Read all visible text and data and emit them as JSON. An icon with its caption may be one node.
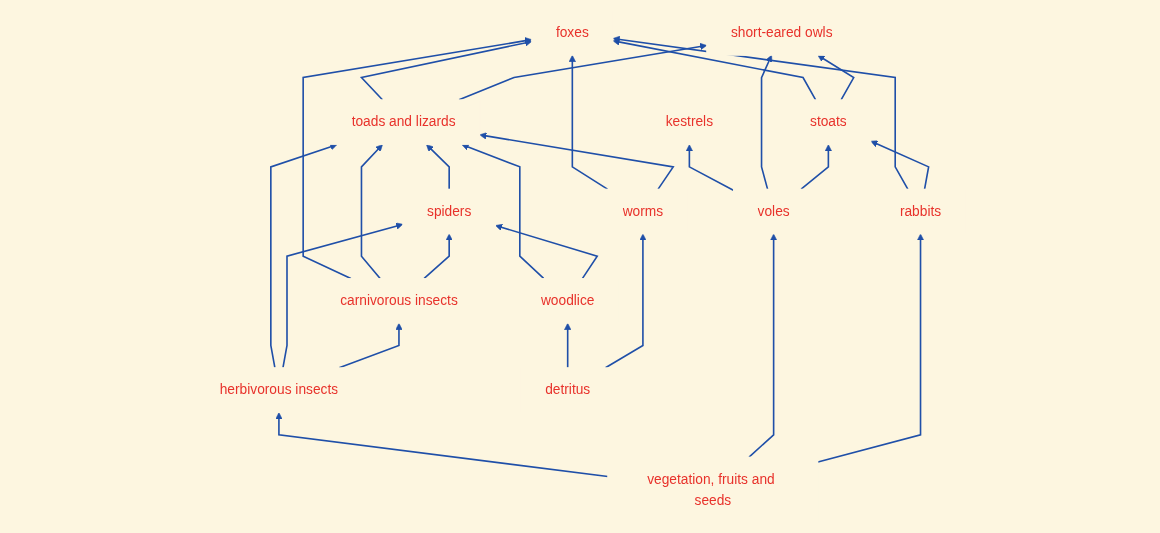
{
  "diagram": {
    "nodes": [
      {
        "text": [
          "foxes"
        ]
      },
      {
        "text": [
          "kestrels"
        ]
      },
      {
        "text": [
          "toads and lizards"
        ]
      },
      {
        "text": [
          "short-eared owls"
        ]
      },
      {
        "text": [
          "carnivorous insects"
        ]
      },
      {
        "text": [
          "spiders"
        ]
      },
      {
        "text": [
          "stoats"
        ]
      },
      {
        "text": [
          "herbivorous insects"
        ]
      },
      {
        "text": [
          "voles"
        ]
      },
      {
        "text": [
          "rabbits"
        ]
      },
      {
        "text": [
          "woodlice"
        ]
      },
      {
        "text": [
          "worms"
        ]
      },
      {
        "text": [
          "vegetation, fruits and seeds"
        ]
      },
      {
        "text": [
          "detritus"
        ]
      }
    ],
    "edges": [
      {
        "from": 4,
        "to": 0,
        "arrow": "to"
      },
      {
        "from": 2,
        "to": 0,
        "arrow": "to"
      },
      {
        "from": 6,
        "to": 0,
        "arrow": "to"
      },
      {
        "from": 9,
        "to": 0,
        "arrow": "to"
      },
      {
        "from": 11,
        "to": 0,
        "arrow": "to"
      },
      {
        "from": 8,
        "to": 1,
        "arrow": "to"
      },
      {
        "from": 4,
        "to": 2,
        "arrow": "to"
      },
      {
        "from": 7,
        "to": 2,
        "arrow": "to"
      },
      {
        "from": 5,
        "to": 2,
        "arrow": "to"
      },
      {
        "from": 10,
        "to": 2,
        "arrow": "to"
      },
      {
        "from": 11,
        "to": 2,
        "arrow": "to"
      },
      {
        "from": 2,
        "to": 3,
        "arrow": "to"
      },
      {
        "from": 6,
        "to": 3,
        "arrow": "to"
      },
      {
        "from": 8,
        "to": 3,
        "arrow": "to"
      },
      {
        "from": 4,
        "to": 5,
        "arrow": "to"
      },
      {
        "from": 7,
        "to": 5,
        "arrow": "to"
      },
      {
        "from": 10,
        "to": 5,
        "arrow": "to"
      },
      {
        "from": 8,
        "to": 6,
        "arrow": "to"
      },
      {
        "from": 9,
        "to": 6,
        "arrow": "to"
      },
      {
        "from": 7,
        "to": 4,
        "arrow": "to"
      },
      {
        "from": 12,
        "to": 7,
        "arrow": "to"
      },
      {
        "from": 12,
        "to": 8,
        "arrow": "to"
      },
      {
        "from": 12,
        "to": 9,
        "arrow": "to"
      },
      {
        "from": 13,
        "to": 10,
        "arrow": "to"
      },
      {
        "from": 13,
        "to": 11,
        "arrow": "to"
      }
    ]
  }
}
